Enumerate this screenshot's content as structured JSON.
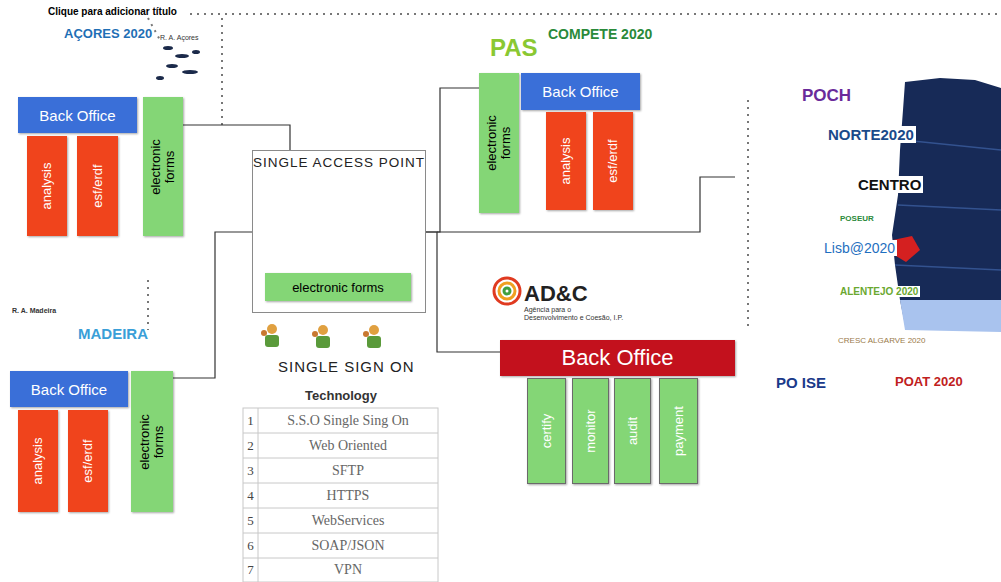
{
  "diagram": {
    "nodes": [
      {
        "text": [
          "Back Office"
        ]
      },
      {
        "text": [
          "analysis"
        ]
      },
      {
        "text": [
          "esf/erdf"
        ]
      },
      {
        "text": [
          "electronic forms"
        ]
      },
      {
        "text": [
          "SINGLE ACCESS POINT"
        ]
      },
      {
        "text": [
          "electronic forms"
        ],
        "in": 4
      },
      {
        "text": [
          "electronic forms"
        ]
      },
      {
        "text": [
          "Back Office"
        ]
      },
      {
        "text": [
          "analysis"
        ]
      },
      {
        "text": [
          "esf/erdf"
        ]
      },
      {
        "text": [
          "Back Office"
        ]
      },
      {
        "text": [
          "analysis"
        ]
      },
      {
        "text": [
          "esf/erdf"
        ]
      },
      {
        "text": [
          "electronic forms"
        ]
      },
      {
        "text": [
          "Back Office"
        ]
      },
      {
        "text": [
          "certify"
        ]
      },
      {
        "text": [
          "monitor"
        ]
      },
      {
        "text": [
          "audit"
        ]
      },
      {
        "text": [
          "payment"
        ]
      }
    ],
    "edges": [
      {
        "from": 3,
        "to": 4,
        "arrow": "none"
      },
      {
        "from": 13,
        "to": 4,
        "arrow": "none"
      },
      {
        "from": 4,
        "to": 6,
        "arrow": "none"
      },
      {
        "from": 4,
        "to": 14,
        "arrow": "none"
      }
    ],
    "labels": [
      "Clique para adicionar título",
      "AÇORES 2020",
      "R. A. Açores",
      "PAS",
      "COMPETE 2020",
      "R. A. Madeira",
      "MADEIRA",
      "AD&C",
      "Agência para o Desenvolvimento e Coesão, I.P.",
      "SINGLE SIGN ON",
      "Technology",
      "1",
      "S.S.O Single Sing On",
      "2",
      "Web Oriented",
      "3",
      "SFTP",
      "4",
      "HTTPS",
      "5",
      "WebServices",
      "6",
      "SOAP/JSON",
      "7",
      "VPN",
      "POCH",
      "NORTE2020",
      "CENTRO",
      "POSEUR",
      "Lisb@2020",
      "ALENTEJO 2020",
      "CRESC ALGARVE 2020",
      "PO ISE",
      "POAT 2020"
    ]
  }
}
